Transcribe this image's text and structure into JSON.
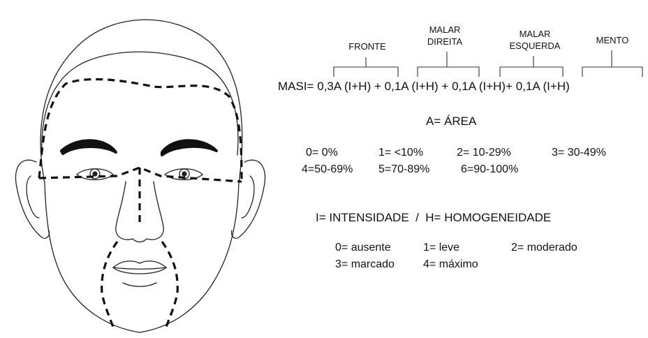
{
  "regions": [
    {
      "id": "fronte",
      "label": "FRONTE"
    },
    {
      "id": "malar-direita",
      "label_line1": "MALAR",
      "label_line2": "DIREITA"
    },
    {
      "id": "malar-esquerda",
      "label_line1": "MALAR",
      "label_line2": "ESQUERDA"
    },
    {
      "id": "mento",
      "label": "MENTO"
    }
  ],
  "formula": {
    "prefix": "MASI=",
    "term1": "0,3A (I+H)",
    "plus1": "+",
    "term2": "0,1A (I+H)",
    "plus2": "+",
    "term3": "0,1A (I+H)+",
    "term4": "0,1A (I+H)"
  },
  "area": {
    "heading": "A= ÁREA",
    "scores": [
      "0= 0%",
      "1= <10%",
      "2= 10-29%",
      "3= 30-49%",
      "4=50-69%",
      "5=70-89%",
      "6=90-100%"
    ]
  },
  "intensity": {
    "heading": "I= INTENSIDADE  /  H= HOMOGENEIDADE",
    "scores": [
      "0= ausente",
      "1= leve",
      "2= moderado",
      "3= marcado",
      "4= máximo"
    ]
  },
  "colors": {
    "ink": "#111111",
    "background": "#ffffff"
  }
}
